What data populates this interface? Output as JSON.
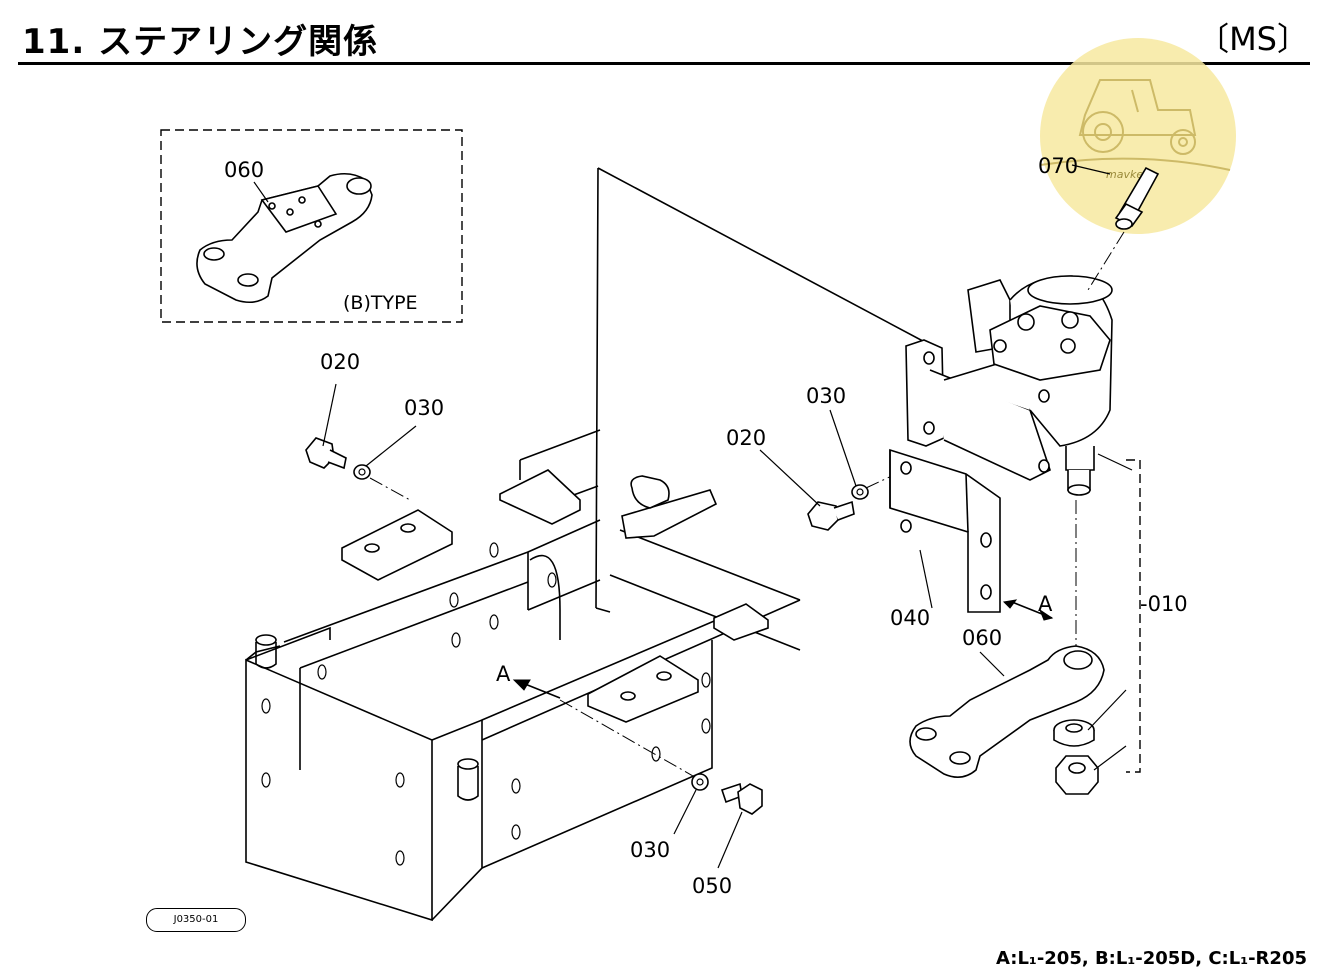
{
  "header": {
    "title": "11. ステアリング関係",
    "code": "〔MS〕"
  },
  "inset": {
    "type_label": "(B)TYPE",
    "part": "060"
  },
  "callouts": [
    {
      "id": "c-070",
      "text": "070"
    },
    {
      "id": "c-020-left",
      "text": "020"
    },
    {
      "id": "c-030-left",
      "text": "030"
    },
    {
      "id": "c-030-mid",
      "text": "030"
    },
    {
      "id": "c-020-mid",
      "text": "020"
    },
    {
      "id": "c-040",
      "text": "040"
    },
    {
      "id": "c-060",
      "text": "060"
    },
    {
      "id": "c-010",
      "text": "-010"
    },
    {
      "id": "c-030-bottom",
      "text": "030"
    },
    {
      "id": "c-050",
      "text": "050"
    }
  ],
  "arrows": {
    "right": "A",
    "left": "A"
  },
  "watermark": {
    "text": "mavke",
    "accent": "#f7e9a0",
    "icon": "tractor-icon"
  },
  "image_id": "J0350-01",
  "footer": "A:L₁-205, B:L₁-205D, C:L₁-R205",
  "colors": {
    "ink": "#000000",
    "paper": "#ffffff",
    "watermark": "#f7e9a0"
  }
}
